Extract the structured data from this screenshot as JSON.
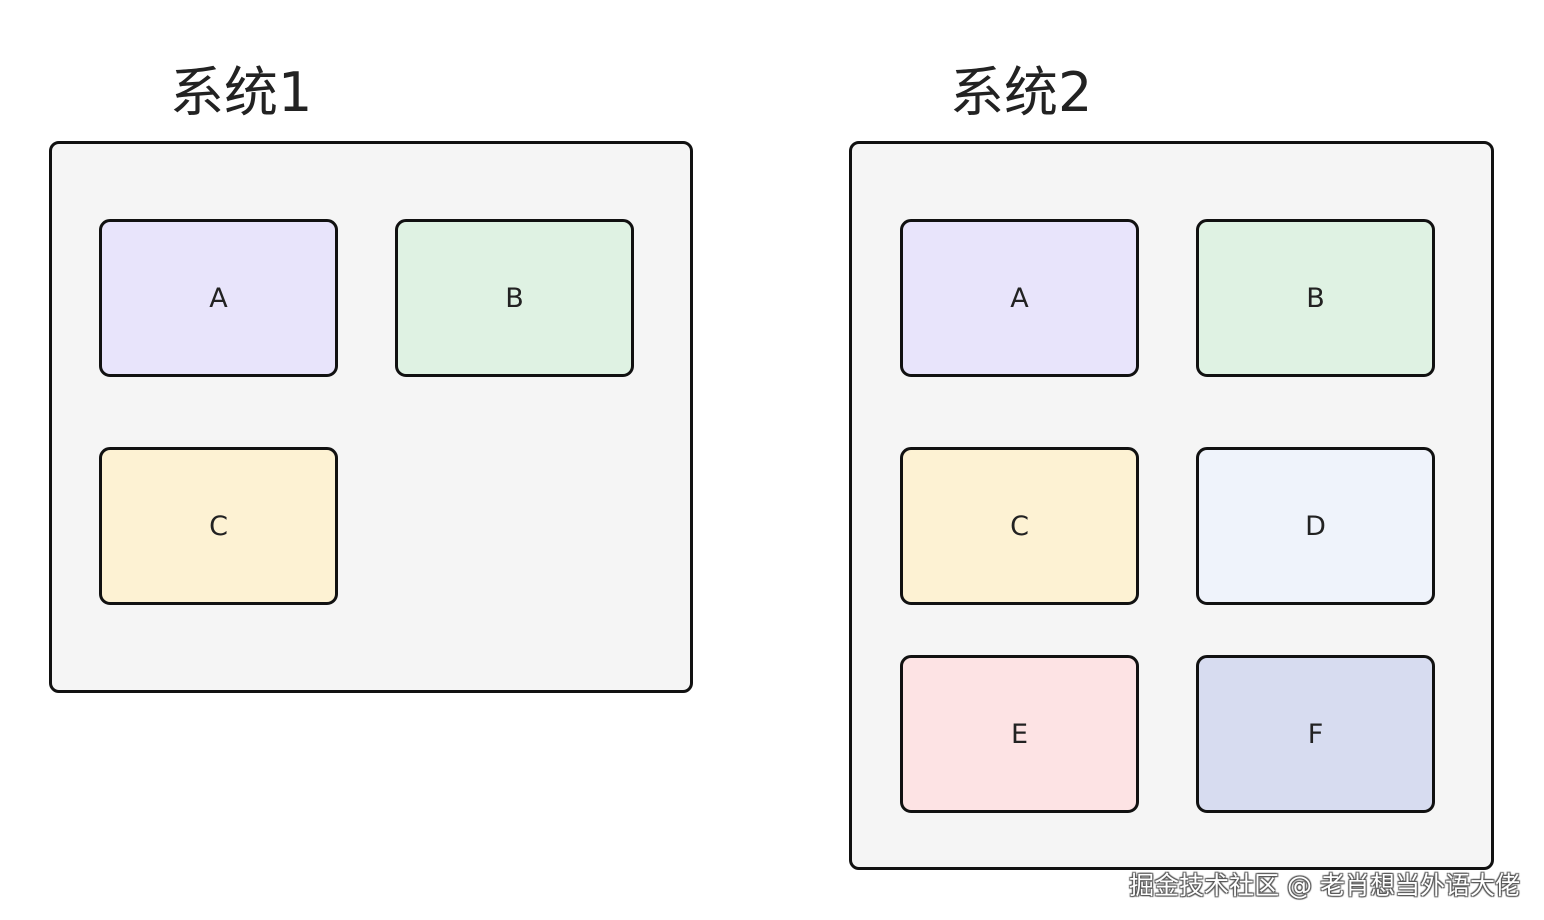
{
  "system1": {
    "title": "系统1",
    "modules": [
      {
        "label": "A",
        "color": "#e8e4fb"
      },
      {
        "label": "B",
        "color": "#dff2e3"
      },
      {
        "label": "C",
        "color": "#fdf2d3"
      }
    ]
  },
  "system2": {
    "title": "系统2",
    "modules": [
      {
        "label": "A",
        "color": "#e8e4fb"
      },
      {
        "label": "B",
        "color": "#dff2e3"
      },
      {
        "label": "C",
        "color": "#fdf2d3"
      },
      {
        "label": "D",
        "color": "#eff3fb"
      },
      {
        "label": "E",
        "color": "#fde3e4"
      },
      {
        "label": "F",
        "color": "#d7dcf0"
      }
    ]
  },
  "watermark": "掘金技术社区 @ 老肖想当外语大佬"
}
